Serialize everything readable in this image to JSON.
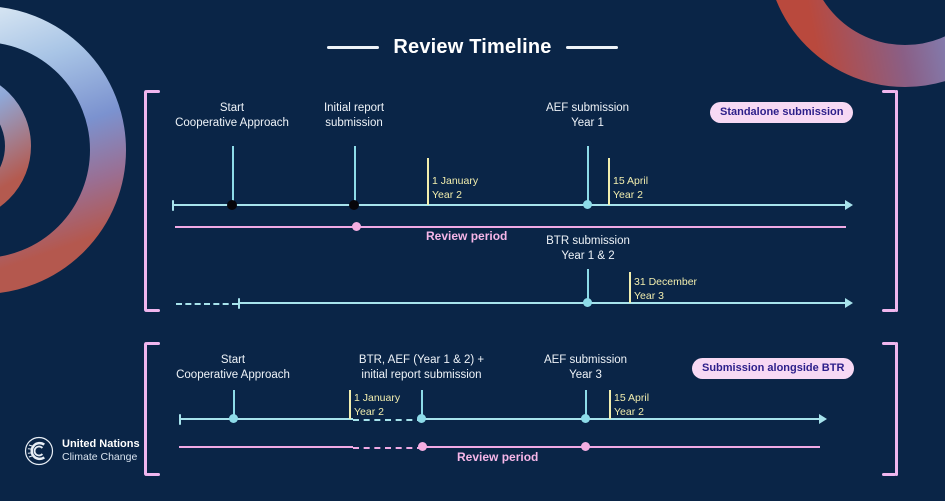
{
  "header": {
    "title": "Review Timeline"
  },
  "colors": {
    "background": "#0a2547",
    "cyan_line": "#a7e3ec",
    "pink_line": "#f0a9e4",
    "yellow_tick": "#f2eeae",
    "bracket": "#f0b6ee",
    "badge_bg": "#f7d9f4",
    "badge_text": "#2c1f8a",
    "event_text": "#eef3f8",
    "review_text": "#f6b6e8",
    "dot_black": "#07060a",
    "dot_cyan": "#8ddbe8",
    "dot_pink": "#f4aee2"
  },
  "sections": [
    {
      "id": "standalone",
      "badge": "Standalone submission",
      "events": [
        {
          "label_line1": "Start",
          "label_line2": "Cooperative Approach"
        },
        {
          "label_line1": "Initial report",
          "label_line2": "submission"
        },
        {
          "label_line1": "AEF submission",
          "label_line2": "Year 1"
        },
        {
          "label_line1": "BTR submission",
          "label_line2": "Year 1 & 2"
        }
      ],
      "dates": [
        {
          "line1": "1 January",
          "line2": "Year 2"
        },
        {
          "line1": "15 April",
          "line2": "Year 2"
        },
        {
          "line1": "31 December",
          "line2": "Year 3"
        }
      ],
      "review_period_label": "Review period"
    },
    {
      "id": "alongside-btr",
      "badge": "Submission alongside BTR",
      "events": [
        {
          "label_line1": "Start",
          "label_line2": "Cooperative Approach"
        },
        {
          "label_line1": "BTR, AEF (Year 1 & 2) +",
          "label_line2": "initial report submission"
        },
        {
          "label_line1": "AEF submission",
          "label_line2": "Year 3"
        }
      ],
      "dates": [
        {
          "line1": "1 January",
          "line2": "Year 2"
        },
        {
          "line1": "15 April",
          "line2": "Year 2"
        }
      ],
      "review_period_label": "Review period"
    }
  ],
  "logo": {
    "line1": "United Nations",
    "line2": "Climate Change",
    "icon": "unfccc-globe-icon"
  }
}
